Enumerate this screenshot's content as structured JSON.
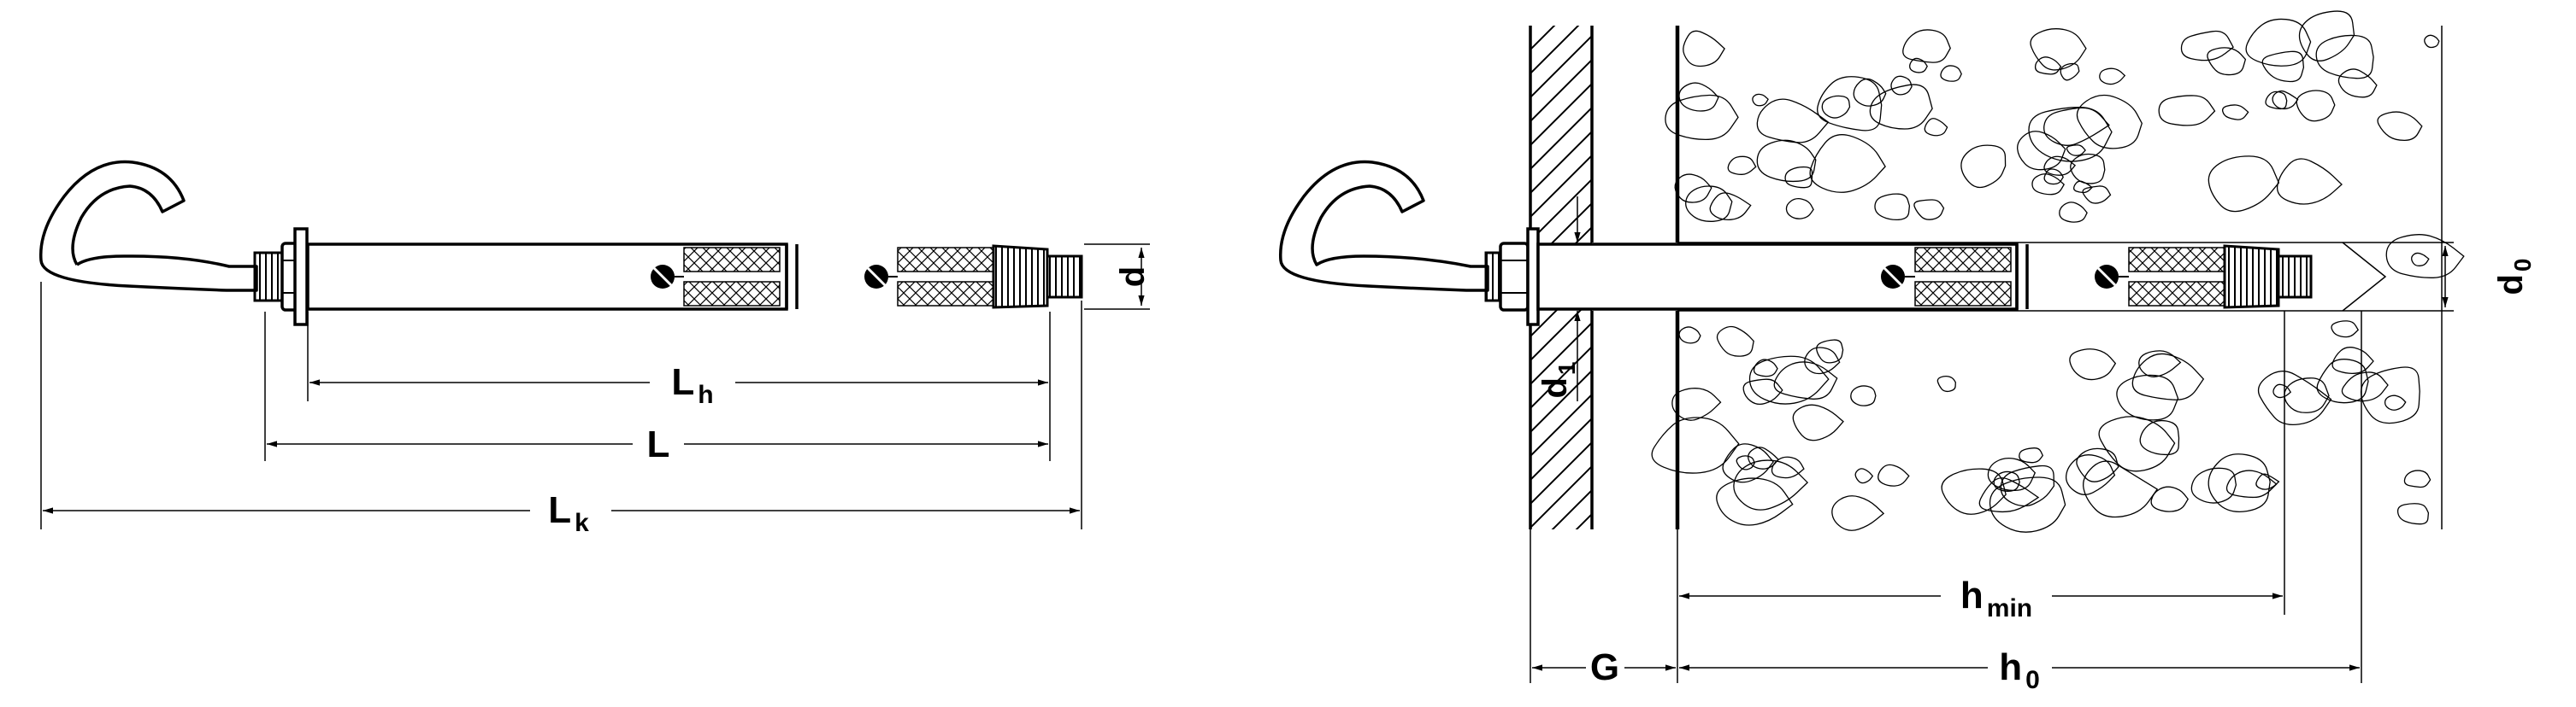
{
  "left_view": {
    "labels": {
      "d": "d",
      "Lh": {
        "main": "L",
        "sub": "h"
      },
      "L": "L",
      "Lk": {
        "main": "L",
        "sub": "k"
      }
    }
  },
  "right_view": {
    "labels": {
      "d0": {
        "main": "d",
        "sub": "0"
      },
      "d1": {
        "main": "d",
        "sub": "1"
      },
      "hmin": {
        "main": "h",
        "sub": "min"
      },
      "G": "G",
      "h0": {
        "main": "h",
        "sub": "0"
      }
    }
  },
  "colors": {
    "line": "#000000",
    "background": "#ffffff"
  }
}
